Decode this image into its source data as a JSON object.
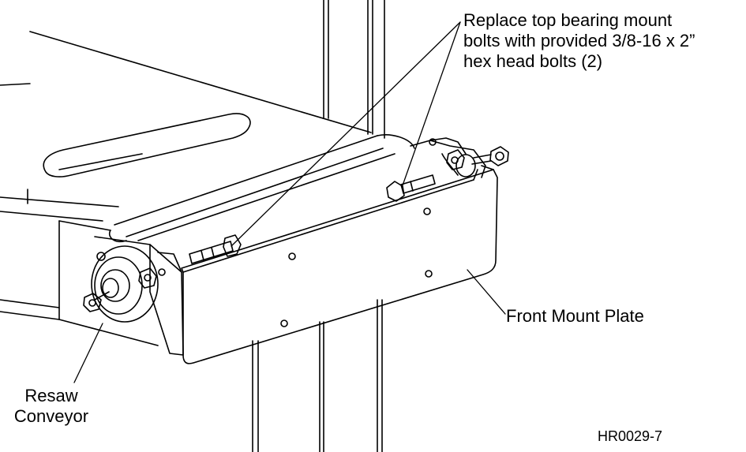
{
  "callouts": {
    "bolts": {
      "line1": "Replace top bearing mount",
      "line2": "bolts with provided 3/8-16 x 2”",
      "line3": "hex head bolts (2)"
    },
    "front_mount_plate": "Front Mount Plate",
    "resaw_conveyor": {
      "line1": "Resaw",
      "line2": "Conveyor"
    }
  },
  "figure_id": "HR0029-7"
}
